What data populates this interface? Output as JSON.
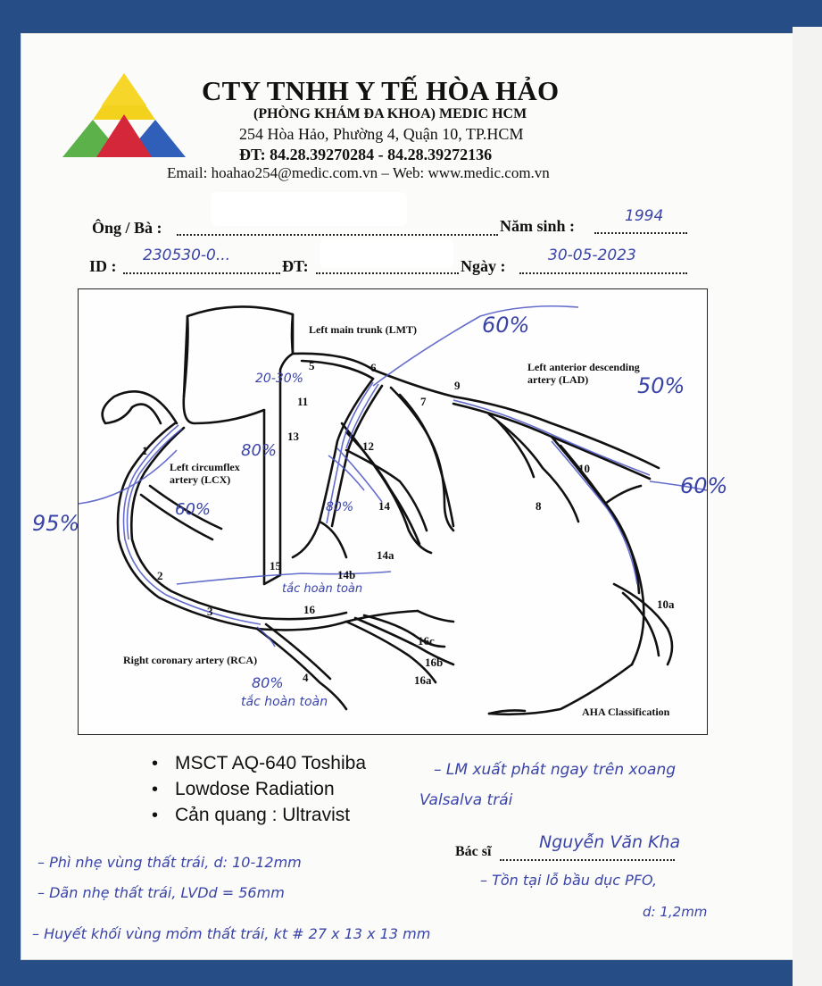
{
  "header": {
    "company": "CTY TNHH Y TẾ HÒA HẢO",
    "clinic": "(PHÒNG KHÁM ĐA KHOA) MEDIC HCM",
    "address": "254 Hòa Hảo, Phường 4, Quận 10, TP.HCM",
    "phone": "ĐT: 84.28.39270284 - 84.28.39272136",
    "email_line": "Email: hoahao254@medic.com.vn – Web: www.medic.com.vn"
  },
  "patient": {
    "name_label": "Ông / Bà :",
    "birth_label": "Năm sinh :",
    "birth_value": "1994",
    "id_label": "ID :",
    "id_value": "230530-0...",
    "phone_label": "ĐT:",
    "date_label": "Ngày :",
    "date_value": "30-05-2023"
  },
  "diagram": {
    "labels": {
      "lmt": "Left main trunk (LMT)",
      "lad": "Left anterior descending\nartery (LAD)",
      "lcx": "Left circumflex\nartery (LCX)",
      "rca": "Right coronary artery (RCA)",
      "aha": "AHA Classification"
    },
    "segments": [
      "1",
      "2",
      "3",
      "4",
      "5",
      "6",
      "7",
      "8",
      "9",
      "10",
      "10a",
      "11",
      "12",
      "13",
      "14",
      "14a",
      "14b",
      "15",
      "16",
      "16a",
      "16b",
      "16c"
    ],
    "annotations": {
      "lmt_pct": "60%",
      "lad_pct": "50%",
      "lad_mid_pct": "60%",
      "rca_pct": "95%",
      "lcx_pct": "80%",
      "lcx2_pct": "60%",
      "om_pct": "80%",
      "rca_dist_pct": "80%",
      "note_small_1": "80%",
      "note_rca_text": "tắc hoàn toàn",
      "note_rca2": "tắc hoàn toàn",
      "note_lm": "20-30%"
    }
  },
  "bullets": {
    "items": [
      "MSCT AQ-640 Toshiba",
      "Lowdose Radiation",
      "Cản quang : Ultravist"
    ]
  },
  "notes": {
    "lm_note": "– LM xuất phát ngay trên xoang",
    "lm_note2": "Valsalva trái",
    "note1": "– Phì nhẹ vùng thất trái, d: 10-12mm",
    "note2": "– Dãn nhẹ thất trái, LVDd = 56mm",
    "note3": "– Huyết khối vùng mỏm thất trái, kt # 27 x 13 x 13 mm",
    "note4": "– Tồn tại lỗ bầu dục PFO,",
    "note5": "d: 1,2mm"
  },
  "doctor": {
    "label": "Bác sĩ",
    "name": "Nguyễn Văn Kha"
  }
}
